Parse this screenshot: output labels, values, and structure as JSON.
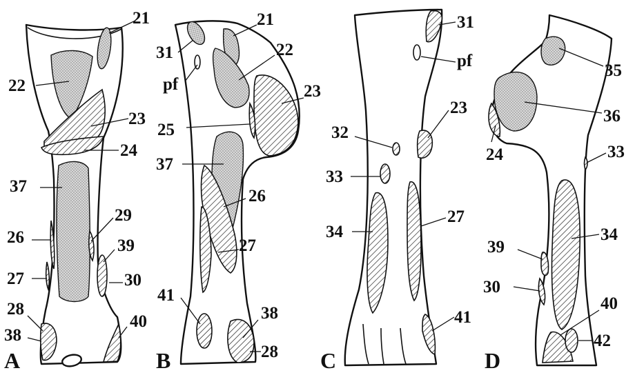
{
  "figure": {
    "panels": [
      {
        "id": "A",
        "labels": [
          "21",
          "22",
          "23",
          "24",
          "37",
          "26",
          "29",
          "39",
          "27",
          "30",
          "28",
          "40",
          "38"
        ]
      },
      {
        "id": "B",
        "labels": [
          "21",
          "31",
          "22",
          "pf",
          "23",
          "25",
          "37",
          "26",
          "27",
          "41",
          "38",
          "28"
        ]
      },
      {
        "id": "C",
        "labels": [
          "31",
          "pf",
          "23",
          "32",
          "33",
          "27",
          "34",
          "41"
        ]
      },
      {
        "id": "D",
        "labels": [
          "35",
          "36",
          "33",
          "24",
          "34",
          "39",
          "30",
          "40",
          "42"
        ]
      }
    ]
  }
}
